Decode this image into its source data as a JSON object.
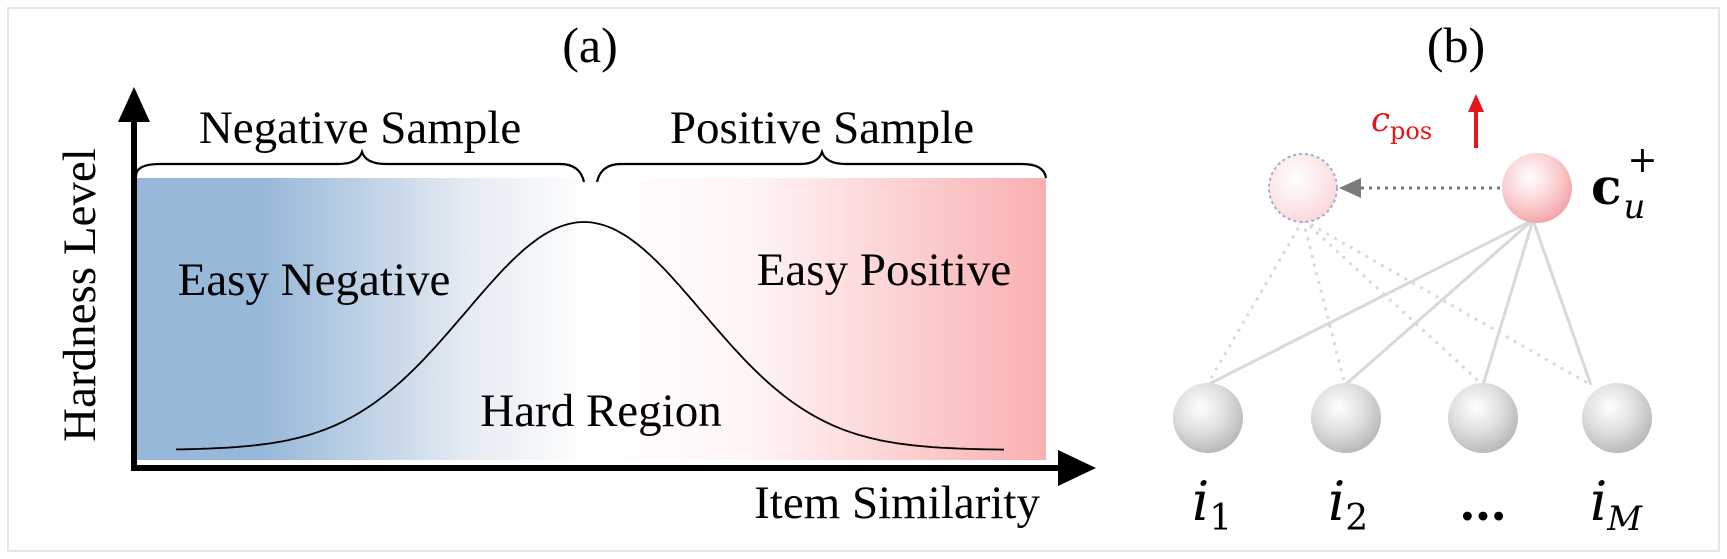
{
  "panel_a": {
    "label": "(a)",
    "y_axis_label": "Hardness Level",
    "x_axis_label": "Item Similarity",
    "brace_left_label": "Negative Sample",
    "brace_right_label": "Positive Sample",
    "region_left_label": "Easy Negative",
    "region_right_label": "Easy Positive",
    "region_center_label": "Hard Region",
    "colors": {
      "negative": "#97b8d8",
      "positive": "#f9b6b8",
      "curve": "#000000",
      "axis": "#000000"
    }
  },
  "panel_b": {
    "label": "(b)",
    "arrow_label_base": "c",
    "arrow_label_sub": "pos",
    "center_label_base": "c",
    "center_label_sub": "u",
    "center_label_sup": "+",
    "items": [
      {
        "base": "i",
        "sub": "1"
      },
      {
        "base": "i",
        "sub": "2"
      },
      {
        "base": "…",
        "sub": ""
      },
      {
        "base": "i",
        "sub": "M"
      }
    ],
    "colors": {
      "arrow_label": "#e8141c",
      "center_node": "#f7b3b5",
      "item_node": "#c9c9c9",
      "edge": "#d9d9d9"
    }
  }
}
